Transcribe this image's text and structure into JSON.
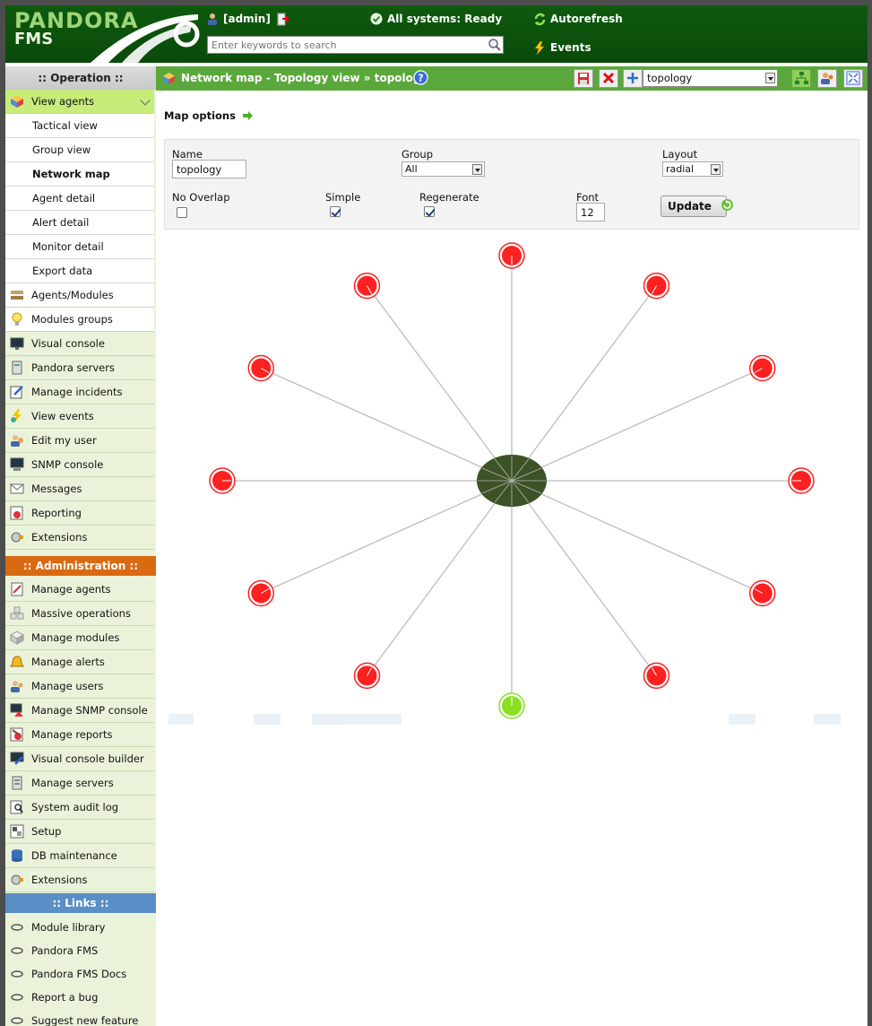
{
  "header": {
    "logo_line1": "PANDORA",
    "logo_line2": "FMS",
    "user": "[admin]",
    "status": "All systems: Ready",
    "autorefresh": "Autorefresh",
    "events": "Events",
    "search_placeholder": "Enter keywords to search"
  },
  "sidebar": {
    "operation_title": ":: Operation ::",
    "operation_items": [
      {
        "label": "View agents",
        "icon": "agents-cube-icon"
      },
      {
        "label": "Tactical view"
      },
      {
        "label": "Group view"
      },
      {
        "label": "Network map"
      },
      {
        "label": "Agent detail"
      },
      {
        "label": "Alert detail"
      },
      {
        "label": "Monitor detail"
      },
      {
        "label": "Export data"
      },
      {
        "label": "Agents/Modules",
        "icon": "modules-icon"
      },
      {
        "label": "Modules groups",
        "icon": "lightbulb-icon"
      },
      {
        "label": "Visual console",
        "icon": "monitor-icon"
      },
      {
        "label": "Pandora servers",
        "icon": "server-icon"
      },
      {
        "label": "Manage incidents",
        "icon": "incident-icon"
      },
      {
        "label": "View events",
        "icon": "events-icon"
      },
      {
        "label": "Edit my user",
        "icon": "user-icon"
      },
      {
        "label": "SNMP console",
        "icon": "snmp-icon"
      },
      {
        "label": "Messages",
        "icon": "envelope-icon"
      },
      {
        "label": "Reporting",
        "icon": "report-icon"
      },
      {
        "label": "Extensions",
        "icon": "extensions-icon"
      }
    ],
    "admin_title": ":: Administration ::",
    "admin_items": [
      {
        "label": "Manage agents",
        "icon": "manage-agents-icon"
      },
      {
        "label": "Massive operations",
        "icon": "massive-icon"
      },
      {
        "label": "Manage modules",
        "icon": "modules-box-icon"
      },
      {
        "label": "Manage alerts",
        "icon": "alerts-icon"
      },
      {
        "label": "Manage users",
        "icon": "users-icon"
      },
      {
        "label": "Manage SNMP console",
        "icon": "snmp-alert-icon"
      },
      {
        "label": "Manage reports",
        "icon": "reports-icon"
      },
      {
        "label": "Visual console builder",
        "icon": "builder-icon"
      },
      {
        "label": "Manage servers",
        "icon": "servers-icon"
      },
      {
        "label": "System audit log",
        "icon": "audit-icon"
      },
      {
        "label": "Setup",
        "icon": "setup-icon"
      },
      {
        "label": "DB maintenance",
        "icon": "db-icon"
      },
      {
        "label": "Extensions",
        "icon": "extensions-icon"
      }
    ],
    "links_title": ":: Links ::",
    "links_items": [
      {
        "label": "Module library"
      },
      {
        "label": "Pandora FMS"
      },
      {
        "label": "Pandora FMS Docs"
      },
      {
        "label": "Report a bug"
      },
      {
        "label": "Suggest new feature"
      }
    ]
  },
  "page": {
    "title": "Network map - Topology view » topology",
    "map_select": "topology",
    "map_options_label": "Map options"
  },
  "options": {
    "name_label": "Name",
    "name_value": "topology",
    "group_label": "Group",
    "group_value": "All",
    "layout_label": "Layout",
    "layout_value": "radial",
    "no_overlap_label": "No Overlap",
    "simple_label": "Simple",
    "regenerate_label": "Regenerate",
    "font_label": "Font",
    "font_value": "12",
    "update_label": "Update"
  },
  "colors": {
    "header_green": "#0a4a0a",
    "title_green": "#5aa83c",
    "admin_orange": "#d96a12",
    "links_blue": "#5a8ec6",
    "node_critical": "#ff2020",
    "node_ok": "#88e020",
    "center_node": "#3d5226"
  },
  "network_map": {
    "nodes": [
      {
        "status": "critical"
      },
      {
        "status": "critical"
      },
      {
        "status": "critical"
      },
      {
        "status": "critical"
      },
      {
        "status": "critical"
      },
      {
        "status": "critical"
      },
      {
        "status": "ok"
      },
      {
        "status": "critical"
      },
      {
        "status": "critical"
      },
      {
        "status": "critical"
      },
      {
        "status": "critical"
      },
      {
        "status": "critical"
      }
    ]
  }
}
